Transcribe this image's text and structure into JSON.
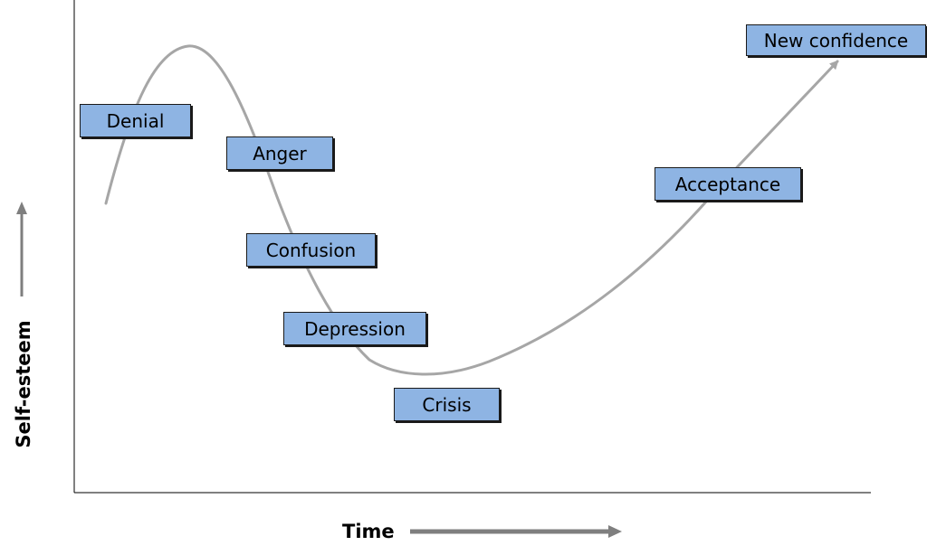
{
  "diagram": {
    "stages": {
      "denial": "Denial",
      "anger": "Anger",
      "confusion": "Confusion",
      "depression": "Depression",
      "crisis": "Crisis",
      "acceptance": "Acceptance",
      "new_confidence": "New confidence"
    },
    "x_axis_title": "Time",
    "y_axis_title": "Self-esteem"
  },
  "colors": {
    "box_fill": "#8eb4e3",
    "curve": "#a6a6a6",
    "axis_arrows": "#7f7f7f",
    "axis_lines": "#000000"
  }
}
